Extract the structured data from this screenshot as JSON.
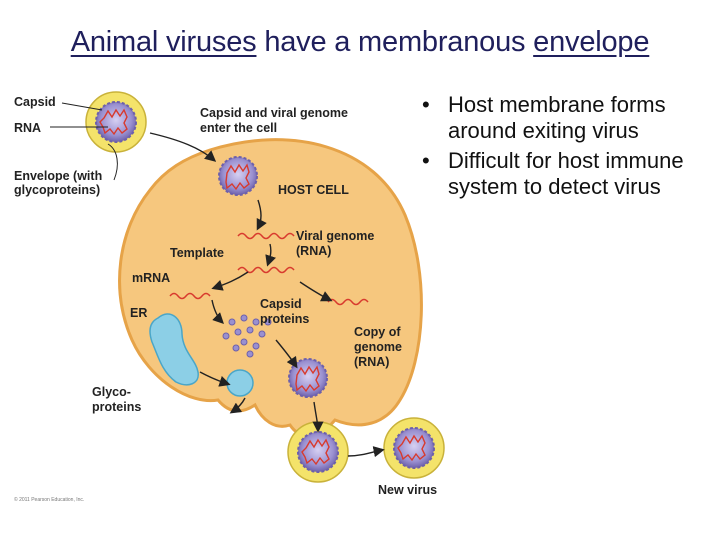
{
  "title": {
    "part1": "Animal viruses",
    "part2": " have a membranous ",
    "part3": "envelope"
  },
  "bullets": [
    "Host membrane forms around exiting virus",
    "Difficult for host immune system to detect virus"
  ],
  "labels": {
    "capsid": "Capsid",
    "rna": "RNA",
    "envelope_1": "Envelope (with",
    "envelope_2": "glycoproteins)",
    "enter_1": "Capsid and viral genome",
    "enter_2": "enter the cell",
    "host_cell": "HOST CELL",
    "viral_genome_1": "Viral genome",
    "viral_genome_2": "(RNA)",
    "template": "Template",
    "mrna": "mRNA",
    "er": "ER",
    "capsid_proteins_1": "Capsid",
    "capsid_proteins_2": "proteins",
    "copy_1": "Copy of",
    "copy_2": "genome",
    "copy_3": "(RNA)",
    "glyco_1": "Glyco-",
    "glyco_2": "proteins",
    "new_virus": "New virus"
  },
  "copyright": "© 2011 Pearson Education, Inc.",
  "colors": {
    "title": "#1f1f5c",
    "cell_fill": "#f6c77e",
    "cell_stroke": "#e6a348",
    "envelope": "#f4e36a",
    "capsid": "#7b6fb5",
    "capsid_inner": "#c8c0ea",
    "rna": "#d83a2e",
    "er": "#8ccfe6"
  }
}
